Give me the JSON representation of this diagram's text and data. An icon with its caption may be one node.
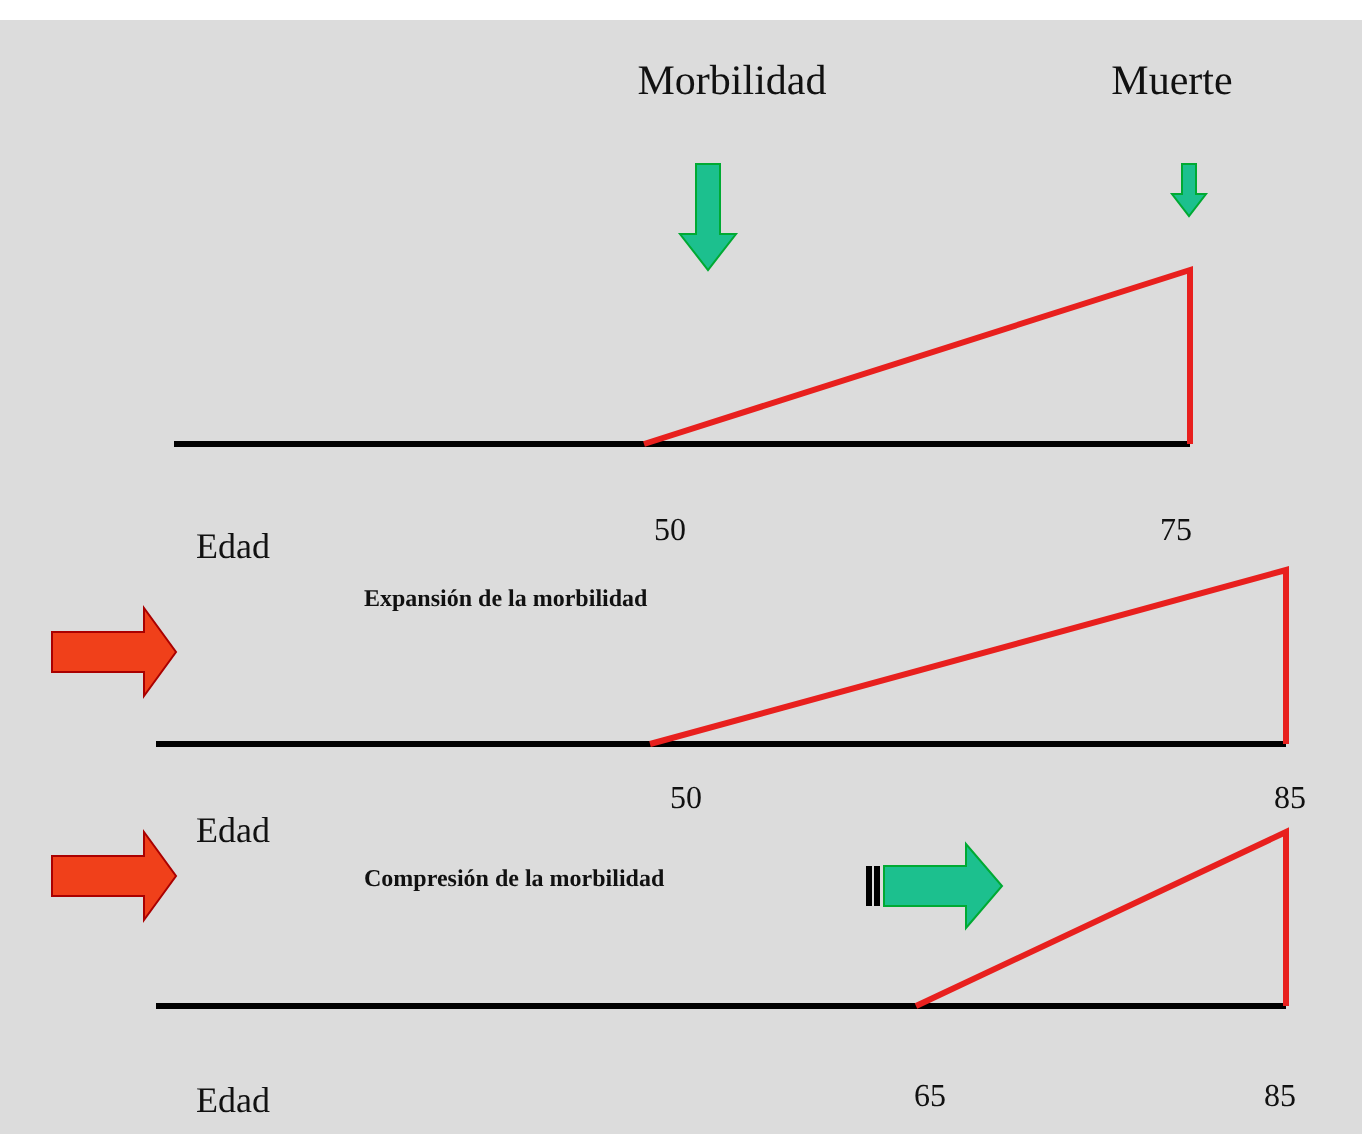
{
  "diagram": {
    "labels": [
      "Morbilidad",
      "Muerte",
      "Edad",
      "50",
      "75",
      "Expansión de la morbilidad",
      "Edad",
      "50",
      "85",
      "Compresión de la morbilidad",
      "Edad",
      "65",
      "85"
    ]
  }
}
